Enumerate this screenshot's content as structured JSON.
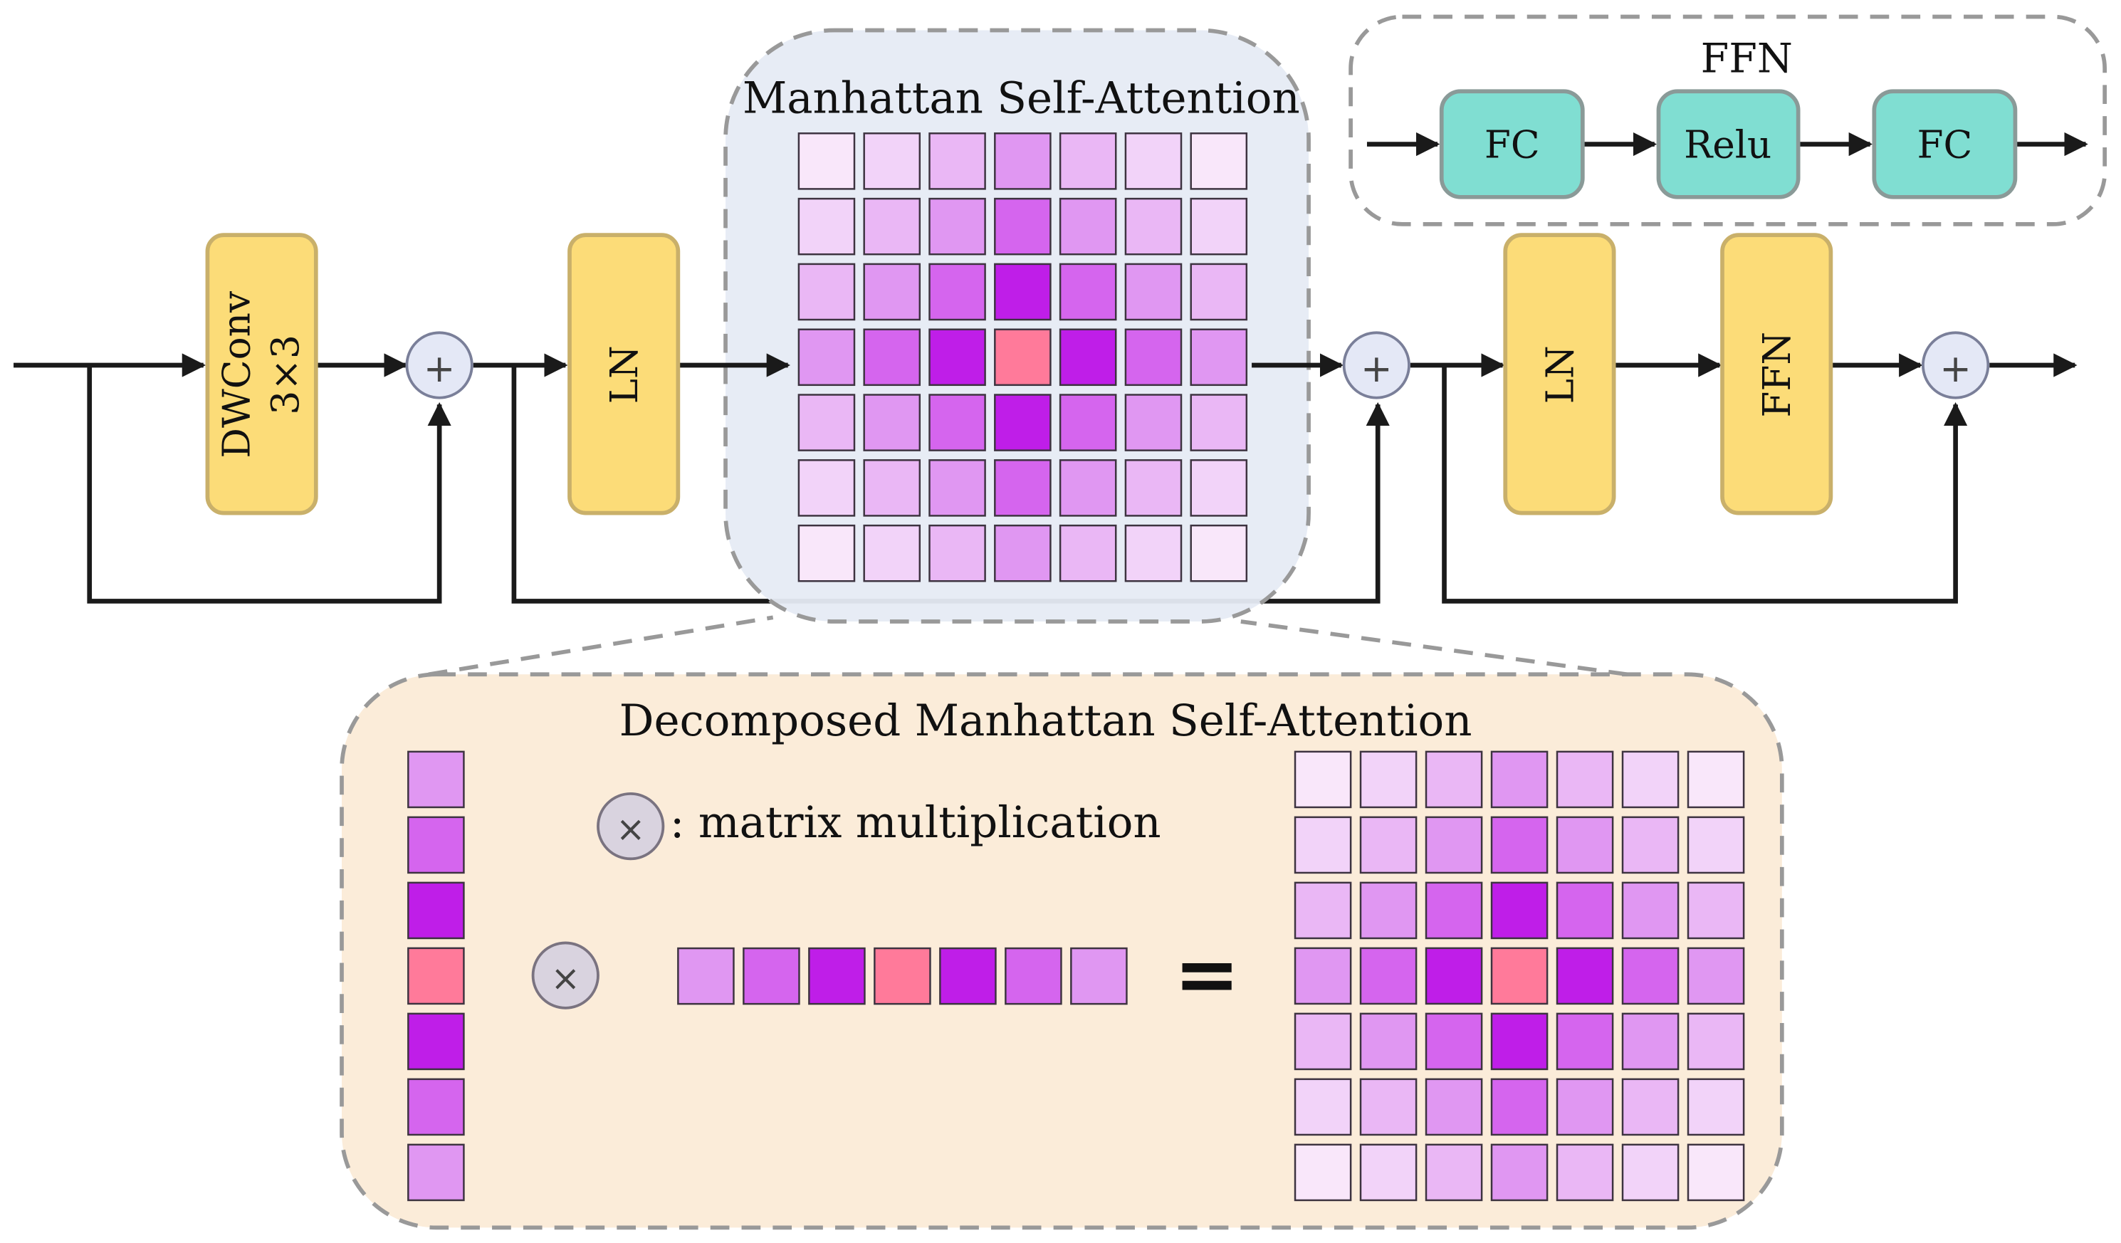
{
  "colors": {
    "yellow_block": "#fcdc78",
    "yellow_border": "#c9b06a",
    "teal_block": "#80ded2",
    "teal_border": "#8a9a98",
    "msa_panel": "#e6ebf4",
    "decomp_panel": "#fbecd9",
    "dashed_border": "#999999",
    "plus_circle": "#e4e8f6",
    "times_circle": "#d9d3df",
    "arrow": "#1a1a1a",
    "level_0": "#f9e7fa",
    "level_1": "#f2d3f9",
    "level_2": "#eab7f5",
    "level_3": "#e097f2",
    "level_4": "#d565ee",
    "level_5": "#bf1ee8",
    "center": "#ff7a9a"
  },
  "blocks": {
    "dwconv_line1": "DWConv",
    "dwconv_line2": "3×3",
    "ln1": "LN",
    "ln2": "LN",
    "ffn": "FFN"
  },
  "msa": {
    "title": "Manhattan Self-Attention",
    "levels": [
      [
        0,
        1,
        2,
        3,
        2,
        1,
        0
      ],
      [
        1,
        2,
        3,
        4,
        3,
        2,
        1
      ],
      [
        2,
        3,
        4,
        5,
        4,
        3,
        2
      ],
      [
        3,
        4,
        5,
        "c",
        5,
        4,
        3
      ],
      [
        2,
        3,
        4,
        5,
        4,
        3,
        2
      ],
      [
        1,
        2,
        3,
        4,
        3,
        2,
        1
      ],
      [
        0,
        1,
        2,
        3,
        2,
        1,
        0
      ]
    ]
  },
  "ffn_detail": {
    "title": "FFN",
    "fc1": "FC",
    "relu": "Relu",
    "fc2": "FC"
  },
  "decomposed": {
    "title": "Decomposed Manhattan Self-Attention",
    "legend_symbol": "×",
    "legend_text": ": matrix multiplication",
    "operator": "×",
    "equals": "=",
    "column_levels": [
      3,
      4,
      5,
      "c",
      5,
      4,
      3
    ],
    "row_levels": [
      3,
      4,
      5,
      "c",
      5,
      4,
      3
    ]
  },
  "ops": {
    "plus": "+"
  }
}
